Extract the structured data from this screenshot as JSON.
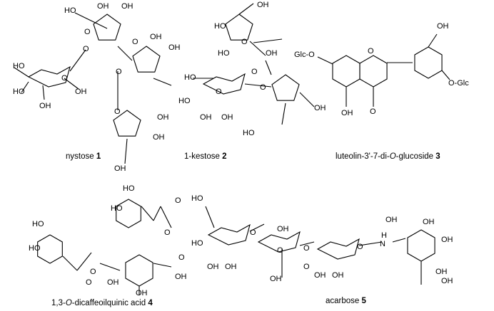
{
  "molecules": [
    {
      "name": "nystose",
      "number": "1",
      "atom_labels": [
        "HO",
        "OH",
        "OH",
        "O",
        "O",
        "O",
        "OH",
        "OH",
        "HO",
        "O",
        "HO",
        "OH",
        "OH",
        "O",
        "O",
        "OH",
        "OH",
        "OH"
      ]
    },
    {
      "name": "1-kestose",
      "number": "2",
      "atom_labels": [
        "OH",
        "HO",
        "O",
        "HO",
        "OH",
        "O",
        "HO",
        "O",
        "O",
        "HO",
        "OH",
        "OH",
        "OH",
        "HO"
      ]
    },
    {
      "name": "luteolin-3'-7-di-",
      "italic": "O",
      "name_suffix": "-glucoside",
      "number": "3",
      "atom_labels": [
        "Glc-O",
        "O",
        "OH",
        "O-Glc",
        "OH",
        "O"
      ]
    },
    {
      "name_prefix": "1,3-",
      "italic": "O",
      "name": "-dicaffeoilquinic acid",
      "number": "4",
      "atom_labels": [
        "HO",
        "HO",
        "HO",
        "HO",
        "O",
        "O",
        "O",
        "O",
        "O",
        "OH",
        "OH",
        "OH"
      ]
    },
    {
      "name": "acarbose",
      "number": "5",
      "atom_labels": [
        "HO",
        "O",
        "HO",
        "OH",
        "OH",
        "O",
        "OH",
        "O",
        "OH",
        "O",
        "OH",
        "OH",
        "O",
        "H",
        "N",
        "OH",
        "OH",
        "OH",
        "OH",
        "OH"
      ]
    }
  ]
}
